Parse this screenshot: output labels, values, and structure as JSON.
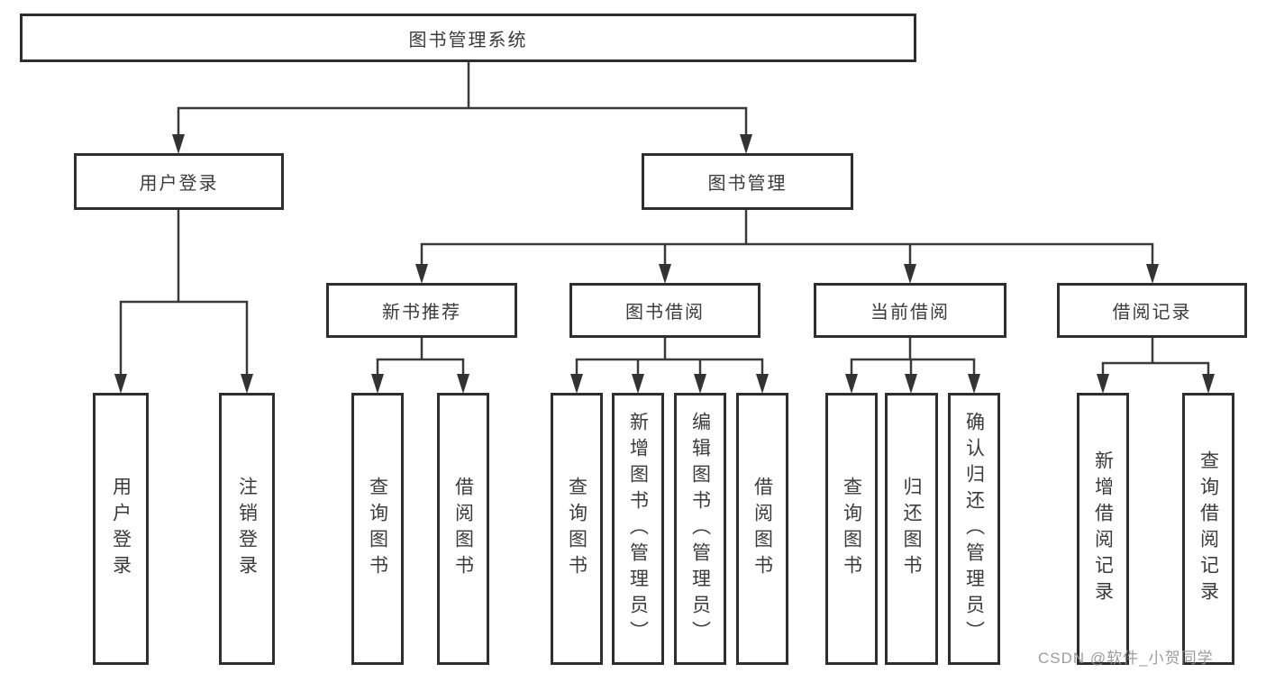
{
  "watermark": "CSDN @软件_小贺同学",
  "colors": {
    "line": "#3a3a3a",
    "box_border": "#2e2e2e",
    "text": "#3b3b3b",
    "watermark": "#949494",
    "background": "#ffffff"
  },
  "tree": {
    "root": {
      "label": "图书管理系统"
    },
    "children": [
      {
        "label": "用户登录",
        "children": [
          {
            "label": "用户登录"
          },
          {
            "label": "注销登录"
          }
        ]
      },
      {
        "label": "图书管理",
        "children": [
          {
            "label": "新书推荐",
            "children": [
              {
                "label": "查询图书"
              },
              {
                "label": "借阅图书"
              }
            ]
          },
          {
            "label": "图书借阅",
            "children": [
              {
                "label": "查询图书"
              },
              {
                "label": "新增图书（管理员）"
              },
              {
                "label": "编辑图书（管理员）"
              },
              {
                "label": "借阅图书"
              }
            ]
          },
          {
            "label": "当前借阅",
            "children": [
              {
                "label": "查询图书"
              },
              {
                "label": "归还图书"
              },
              {
                "label": "确认归还（管理员）"
              }
            ]
          },
          {
            "label": "借阅记录",
            "children": [
              {
                "label": "新增借阅记录"
              },
              {
                "label": "查询借阅记录"
              }
            ]
          }
        ]
      }
    ]
  }
}
